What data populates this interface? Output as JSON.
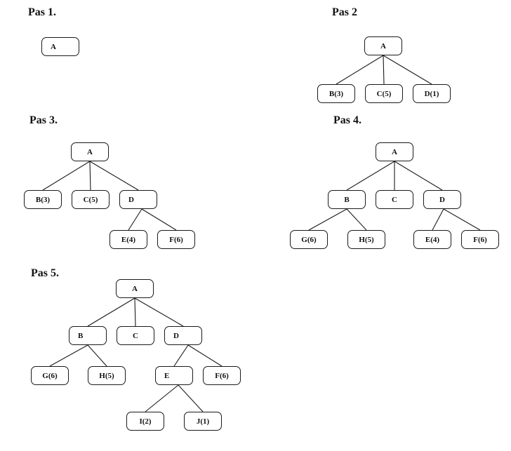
{
  "steps": [
    {
      "title": "Pas 1.",
      "nodes": [
        {
          "id": "A",
          "label": "A"
        }
      ],
      "edges": []
    },
    {
      "title": "Pas 2",
      "nodes": [
        {
          "id": "A",
          "label": "A"
        },
        {
          "id": "B",
          "label": "B(3)"
        },
        {
          "id": "C",
          "label": "C(5)"
        },
        {
          "id": "D",
          "label": "D(1)"
        }
      ],
      "edges": [
        [
          "A",
          "B"
        ],
        [
          "A",
          "C"
        ],
        [
          "A",
          "D"
        ]
      ]
    },
    {
      "title": "Pas 3.",
      "nodes": [
        {
          "id": "A",
          "label": "A"
        },
        {
          "id": "B",
          "label": "B(3)"
        },
        {
          "id": "C",
          "label": "C(5)"
        },
        {
          "id": "D",
          "label": "D"
        },
        {
          "id": "E",
          "label": "E(4)"
        },
        {
          "id": "F",
          "label": "F(6)"
        }
      ],
      "edges": [
        [
          "A",
          "B"
        ],
        [
          "A",
          "C"
        ],
        [
          "A",
          "D"
        ],
        [
          "D",
          "E"
        ],
        [
          "D",
          "F"
        ]
      ]
    },
    {
      "title": "Pas 4.",
      "nodes": [
        {
          "id": "A",
          "label": "A"
        },
        {
          "id": "B",
          "label": "B"
        },
        {
          "id": "C",
          "label": "C"
        },
        {
          "id": "D",
          "label": "D"
        },
        {
          "id": "G",
          "label": "G(6)"
        },
        {
          "id": "H",
          "label": "H(5)"
        },
        {
          "id": "E",
          "label": "E(4)"
        },
        {
          "id": "F",
          "label": "F(6)"
        }
      ],
      "edges": [
        [
          "A",
          "B"
        ],
        [
          "A",
          "C"
        ],
        [
          "A",
          "D"
        ],
        [
          "B",
          "G"
        ],
        [
          "B",
          "H"
        ],
        [
          "D",
          "E"
        ],
        [
          "D",
          "F"
        ]
      ]
    },
    {
      "title": "Pas 5.",
      "nodes": [
        {
          "id": "A",
          "label": "A"
        },
        {
          "id": "B",
          "label": "B"
        },
        {
          "id": "C",
          "label": "C"
        },
        {
          "id": "D",
          "label": "D"
        },
        {
          "id": "G",
          "label": "G(6)"
        },
        {
          "id": "H",
          "label": "H(5)"
        },
        {
          "id": "E",
          "label": "E"
        },
        {
          "id": "F",
          "label": "F(6)"
        },
        {
          "id": "I",
          "label": "I(2)"
        },
        {
          "id": "J",
          "label": "J(1)"
        }
      ],
      "edges": [
        [
          "A",
          "B"
        ],
        [
          "A",
          "C"
        ],
        [
          "A",
          "D"
        ],
        [
          "B",
          "G"
        ],
        [
          "B",
          "H"
        ],
        [
          "D",
          "E"
        ],
        [
          "D",
          "F"
        ],
        [
          "E",
          "I"
        ],
        [
          "E",
          "J"
        ]
      ]
    }
  ]
}
